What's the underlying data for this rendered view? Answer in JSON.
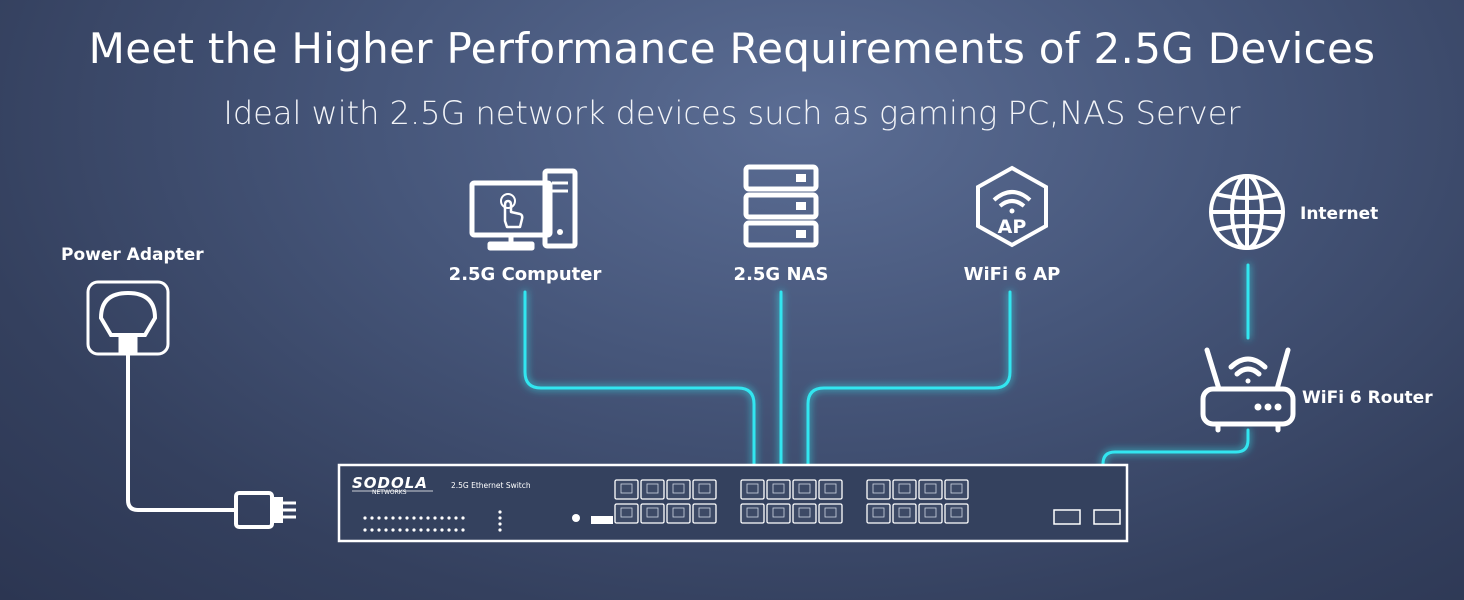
{
  "title": "Meet the Higher Performance Requirements of 2.5G Devices",
  "subtitle": "Ideal with 2.5G network devices such as gaming PC,NAS Server",
  "devices": {
    "computer": "2.5G Computer",
    "nas": "2.5G NAS",
    "ap": "WiFi 6 AP",
    "ap_icon_text": "AP",
    "internet": "Internet",
    "router": "WiFi 6 Router",
    "power": "Power Adapter"
  },
  "switch": {
    "brand": "SODOLA",
    "brand_sub": "NETWORKS",
    "model": "2.5G Ethernet Switch"
  },
  "colors": {
    "cable": "#33e6f0",
    "icon": "#ffffff",
    "cord": "#ffffff"
  }
}
